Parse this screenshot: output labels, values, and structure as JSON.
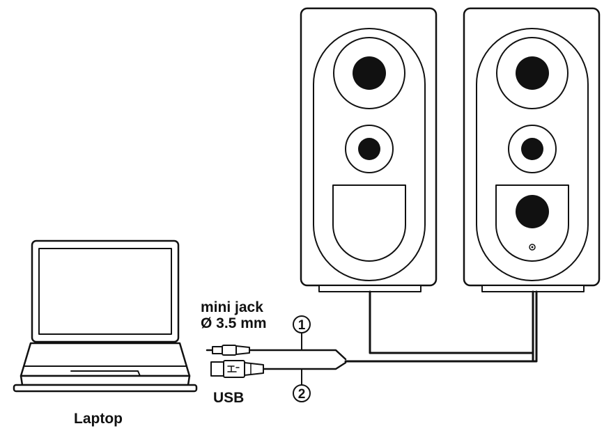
{
  "labels": {
    "mini_jack_line1": "mini jack",
    "mini_jack_line2": "Ø 3.5 mm",
    "usb": "USB",
    "laptop": "Laptop"
  },
  "callouts": {
    "one": "1",
    "two": "2"
  },
  "colors": {
    "line": "#111111",
    "fill": "#ffffff",
    "driver": "#111111"
  }
}
